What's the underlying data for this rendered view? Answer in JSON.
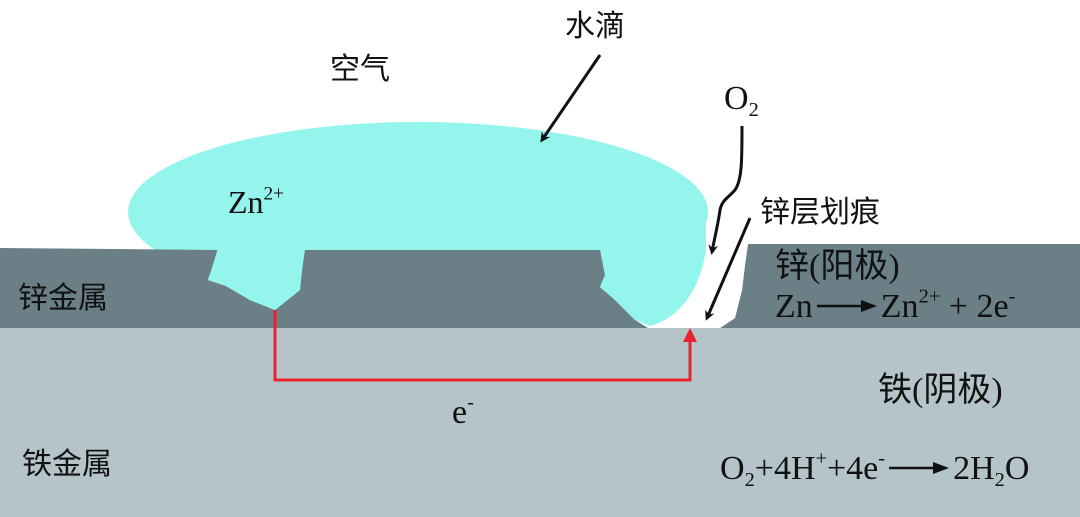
{
  "diagram": {
    "title": "",
    "colors": {
      "background": "#ffffff",
      "zinc_layer": "#6b7f86",
      "iron_layer": "#b5c4c8",
      "water_droplet": "#93f5ec",
      "electron_path": "#e8232e",
      "text": "#111111"
    },
    "labels": {
      "air": "空气",
      "water_drop": "水滴",
      "oxygen": {
        "base": "O",
        "sub": "2"
      },
      "zinc_ion": {
        "base": "Zn",
        "sup": "2+"
      },
      "scratch": "锌层划痕",
      "zinc_metal": "锌金属",
      "iron_metal": "铁金属",
      "zinc_anode": "锌(阳极)",
      "iron_cathode": "铁(阴极)",
      "electron": {
        "base": "e",
        "sup": "-"
      }
    },
    "equations": {
      "anode": {
        "left": "Zn",
        "right_base": "Zn",
        "right_sup": "2+",
        "right_rest": " + 2e",
        "right_rest_sup": "-"
      },
      "cathode": {
        "o": "O",
        "o_sub": "2",
        "h_part": "+4H",
        "h_sup": "+",
        "e_part": "+4e",
        "e_sup": "-",
        "product_prefix": "2H",
        "product_sub": "2",
        "product_suffix": "O"
      }
    }
  }
}
